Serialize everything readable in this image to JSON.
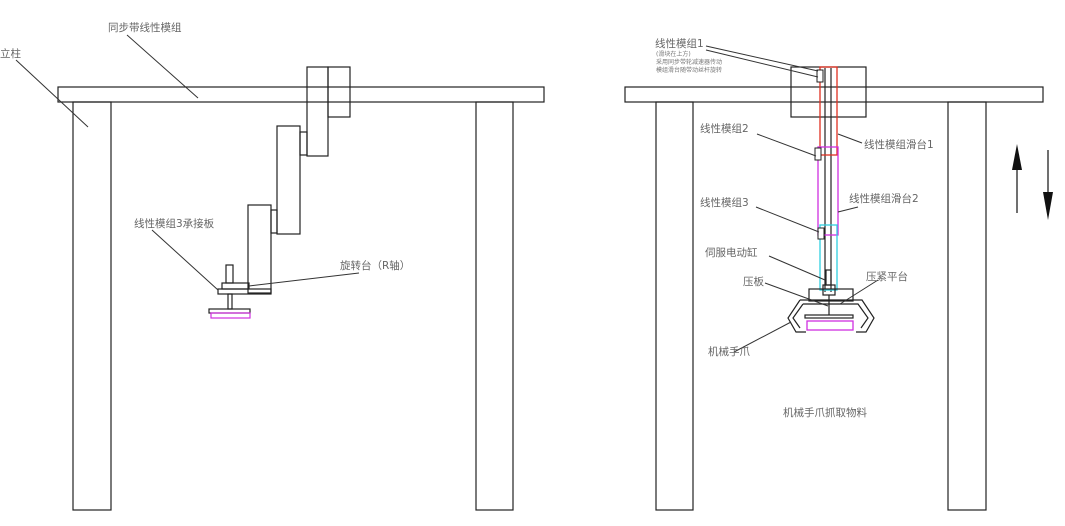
{
  "left_view": {
    "labels": {
      "column": "立柱",
      "belt_module": "同步带线性模组",
      "module3_plate": "线性模组3承接板",
      "rotary_table": "旋转台（R轴）"
    }
  },
  "right_view": {
    "labels": {
      "module1": "线性模组1",
      "module1_note1": "(滑块在上方)",
      "module1_note2": "采用同步带轮减速器传动",
      "module1_note3": "模组滑台随带动丝杆旋转",
      "module2": "线性模组2",
      "slide1": "线性模组滑台1",
      "module3": "线性模组3",
      "slide2": "线性模组滑台2",
      "servo_cylinder": "伺服电动缸",
      "press_platform": "压紧平台",
      "press_plate": "压板",
      "gripper": "机械手爪",
      "caption": "机械手爪抓取物料"
    }
  },
  "colors": {
    "line": "#222222",
    "module1": "#e03020",
    "module2": "#d030e0",
    "module3": "#30d0e0",
    "workpiece": "#d030e0"
  }
}
